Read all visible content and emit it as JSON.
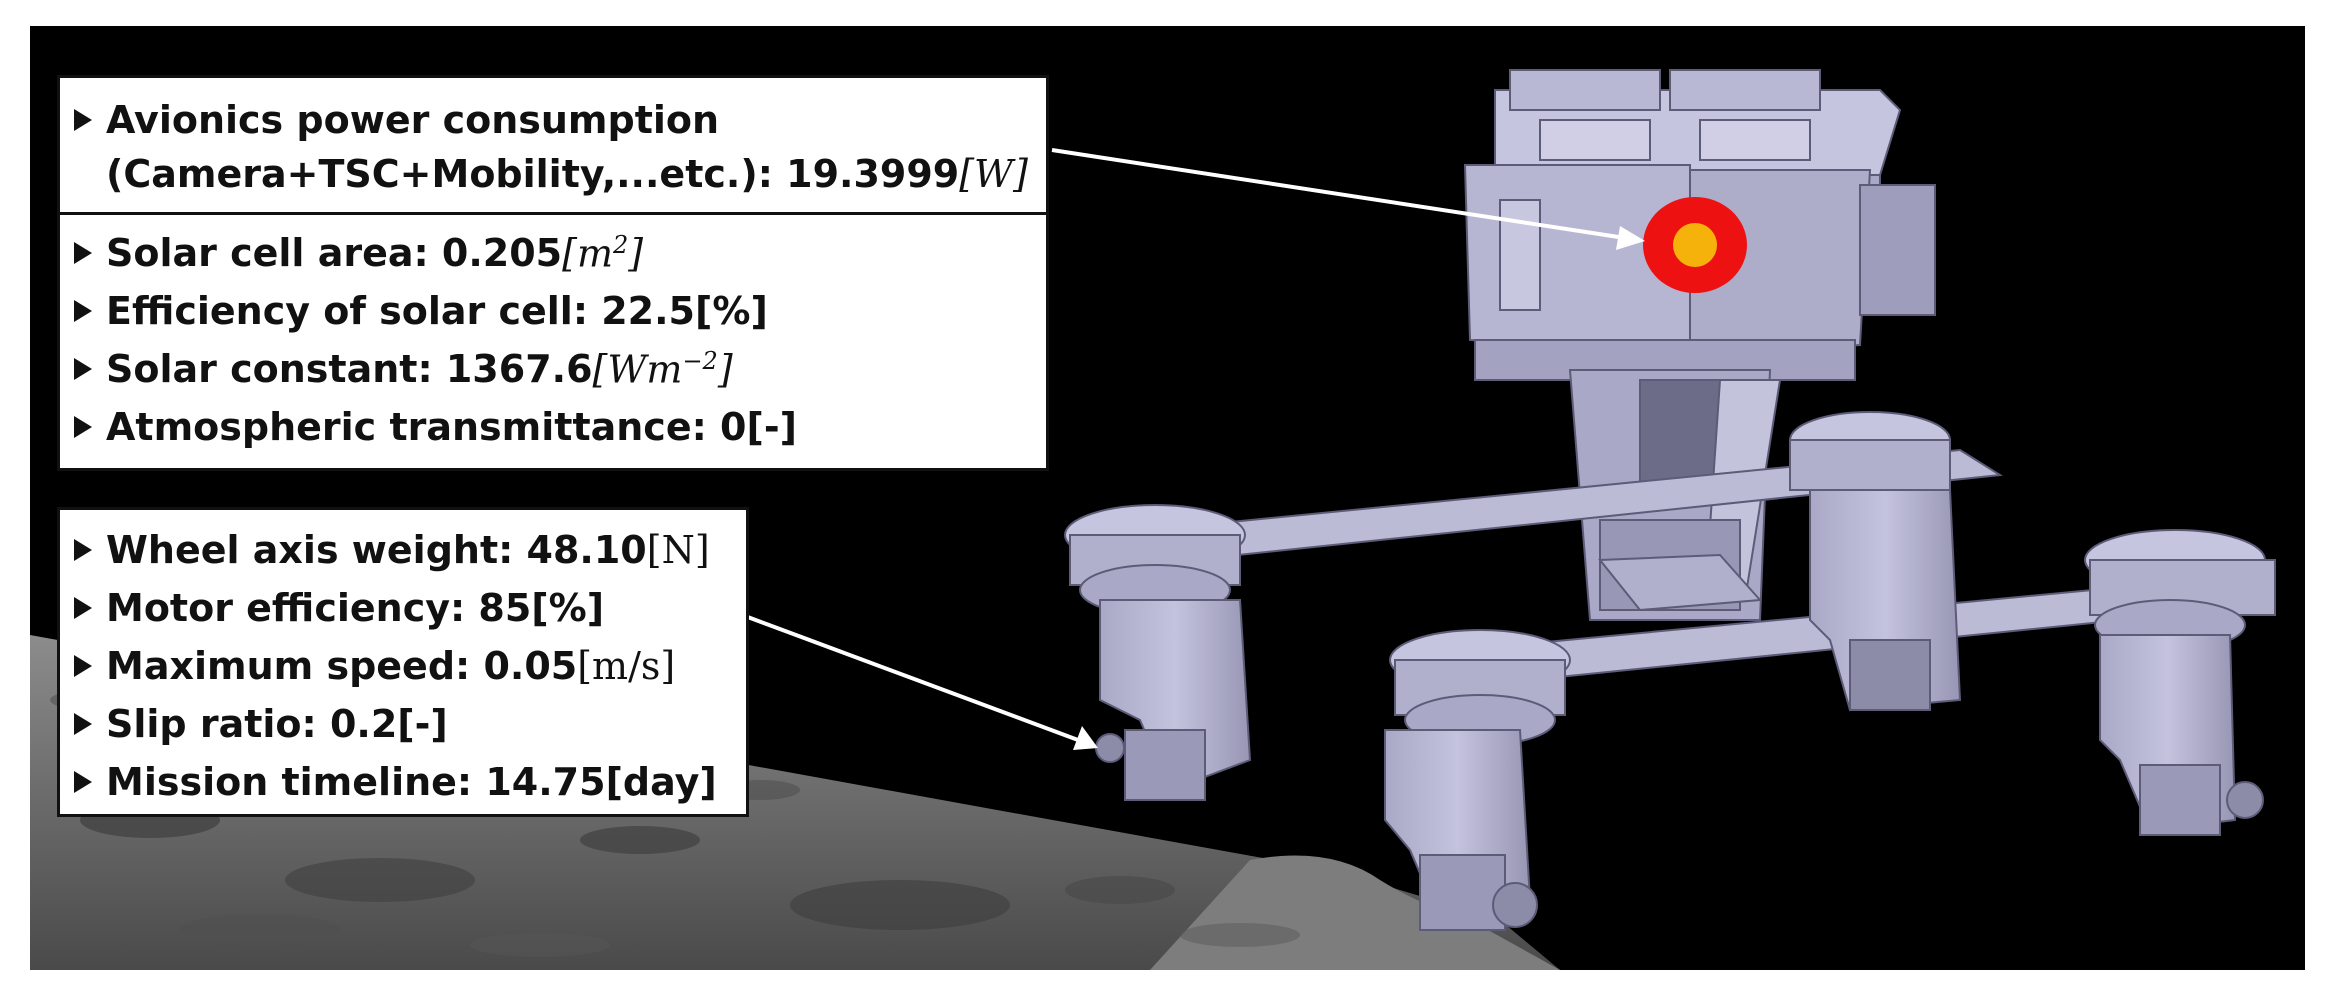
{
  "colors": {
    "background": "#000000",
    "rover_body": "#b9b8d4",
    "rover_shadow": "#8a89a6",
    "target_outer": "#ee1111",
    "target_inner": "#f5b20a",
    "ground": "#6e6e6e"
  },
  "box_power": {
    "line1": "Avionics power consumption",
    "line2_text": "(Camera+TSC+Mobility,...etc.): 19.3999 ",
    "line2_unit": "[W]"
  },
  "box_solar": {
    "items": [
      {
        "text": "Solar cell area: 0.205 ",
        "unit_base": "[m",
        "unit_sup": "2",
        "unit_end": "]"
      },
      {
        "text": "Efficiency of solar cell: 22.5 ",
        "unit": "[%]"
      },
      {
        "text": "Solar constant: 1367.6 ",
        "unit_base": "[Wm",
        "unit_sup": "−2",
        "unit_end": "]"
      },
      {
        "text": "Atmospheric transmittance: 0 ",
        "unit": "[-]"
      }
    ]
  },
  "box_mobility": {
    "items": [
      {
        "text": "Wheel axis weight: 48.10 ",
        "unit": "[N]"
      },
      {
        "text": "Motor efficiency: 85 ",
        "unit": "[%]"
      },
      {
        "text": "Maximum speed: 0.05 ",
        "unit": "[m/s]"
      },
      {
        "text": "Slip ratio: 0.2 ",
        "unit": "[-]"
      },
      {
        "text": "Mission timeline: 14.75 ",
        "unit": "[day]"
      }
    ]
  }
}
